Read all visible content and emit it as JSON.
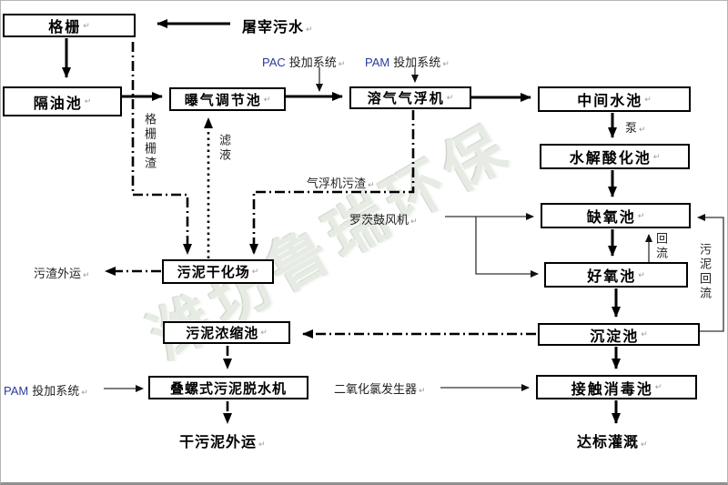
{
  "page": {
    "watermark": "潍坊鲁瑞环保",
    "return_mark": "↵"
  },
  "nodes": {
    "grid": "格栅",
    "oil_separator": "隔油池",
    "aeration_tank": "曝气调节池",
    "daf": "溶气气浮机",
    "intermediate_tank": "中间水池",
    "hydrolysis_tank": "水解酸化池",
    "anoxic_tank": "缺氧池",
    "aerobic_tank": "好氧池",
    "sedimentation_tank": "沉淀池",
    "contact_disinfection_tank": "接触消毒池",
    "sludge_drying_field": "污泥干化场",
    "sludge_thickening_tank": "污泥浓缩池",
    "screw_dewatering_machine": "叠螺式污泥脱水机"
  },
  "labels": {
    "influent": "屠宰污水",
    "pac_prefix": "PAC",
    "pac_suffix": "投加系统",
    "pam_top_prefix": "PAM",
    "pam_top_suffix": "投加系统",
    "pam_bottom_prefix": "PAM",
    "pam_bottom_suffix": "投加系统",
    "pump": "泵",
    "grid_residue": "格栅栅渣",
    "filtrate": "滤液",
    "daf_residue": "气浮机污渣",
    "roots_blower": "罗茨鼓风机",
    "residue_out": "污渣外运",
    "reflux": "回流",
    "sludge_reflux": "污泥回流",
    "chlorine_dioxide_generator": "二氧化氯发生器",
    "dry_sludge_out": "干污泥外运",
    "irrigation": "达标灌溉"
  },
  "colors": {
    "line": "#000000",
    "thin_line": "#333333",
    "chemical_label": "#2b3a9a",
    "watermark": "#e6ebe4"
  }
}
